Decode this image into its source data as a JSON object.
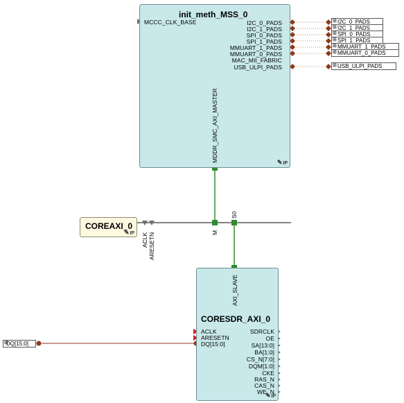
{
  "colors": {
    "block_fill": "#c8e8ea",
    "block_border": "#6f8e92",
    "bus_green": "#2e8b2e",
    "net_brown": "#8b3a1a",
    "pin_red": "#d62020",
    "pin_gray": "#707070",
    "axi_block_fill": "#fdf8e0"
  },
  "mss": {
    "title": "init_meth_MSS_0",
    "left_port": "MCCC_CLK_BASE",
    "right_ports": [
      "I2C_0_PADS",
      "I2C_1_PADS",
      "SPI_0_PADS",
      "SPI_1_PADS",
      "MMUART_1_PADS",
      "MMUART_0_PADS",
      "MAC_MII_FABRIC",
      "USB_ULPI_PADS"
    ],
    "bottom_port": "MDDR_SMC_AXI_MASTER",
    "ip_tag": "IP"
  },
  "external_ports": [
    "I2C_0_PADS",
    "I2C_1_PADS",
    "SPI_0_PADS",
    "SPI_1_PADS",
    "MMUART_1_PADS",
    "MMUART_0_PADS",
    "USB_ULPI_PADS"
  ],
  "coreaxi": {
    "title": "COREAXI_0",
    "ip_tag": "IP",
    "pins": [
      "ACLK",
      "ARESETN"
    ],
    "bus_m": "M",
    "bus_s0": "S0"
  },
  "coresdr": {
    "title": "CORESDR_AXI_0",
    "top_port": "AXI_SLAVE",
    "left_ports": [
      "ACLK",
      "ARESETN",
      "DQ[15:0]"
    ],
    "right_ports": [
      "SDRCLK",
      "OE",
      "SA[13:0]",
      "BA[1:0]",
      "CS_N[7:0]",
      "DQM[1:0]",
      "CKE",
      "RAS_N",
      "CAS_N",
      "WE_N"
    ],
    "ip_tag": "IP"
  },
  "dq_port": "DQ[15:0]"
}
